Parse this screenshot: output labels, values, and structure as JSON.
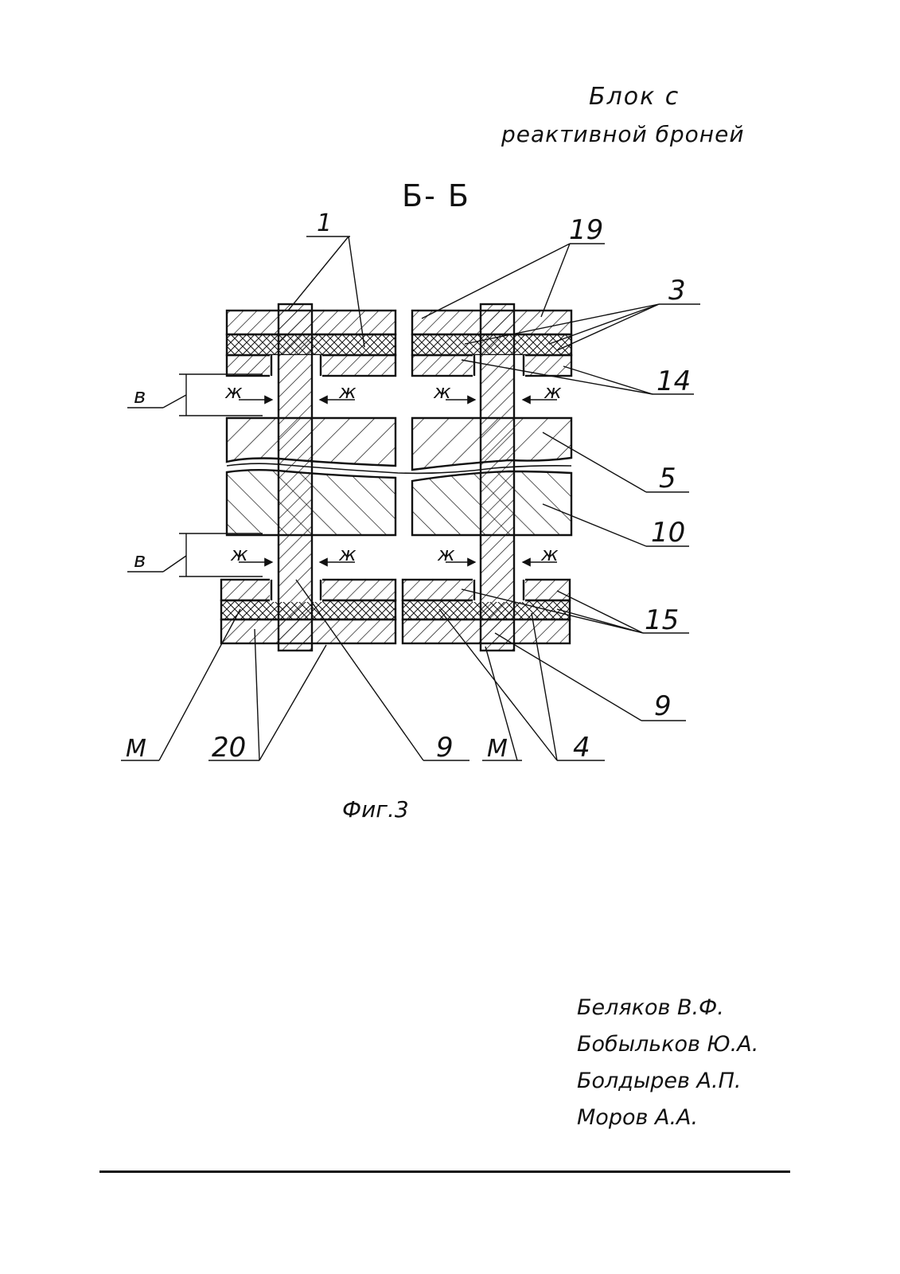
{
  "title": {
    "line1": "Блок с",
    "line2": "реактивной броней"
  },
  "section_label": "Б- Б",
  "caption": "Фиг.3",
  "labels": {
    "l1": "1",
    "l19": "19",
    "l3": "3",
    "l14": "14",
    "l5": "5",
    "l10": "10",
    "l15": "15",
    "l9a": "9",
    "l9b": "9",
    "l4": "4",
    "lM1": "М",
    "lM2": "М",
    "l20": "20",
    "b_top": "в",
    "b_bottom": "в",
    "zh": "ж"
  },
  "authors": [
    "Беляков В.Ф.",
    "Бобыльков Ю.А.",
    "Болдырев А.П.",
    "Моров А.А."
  ]
}
